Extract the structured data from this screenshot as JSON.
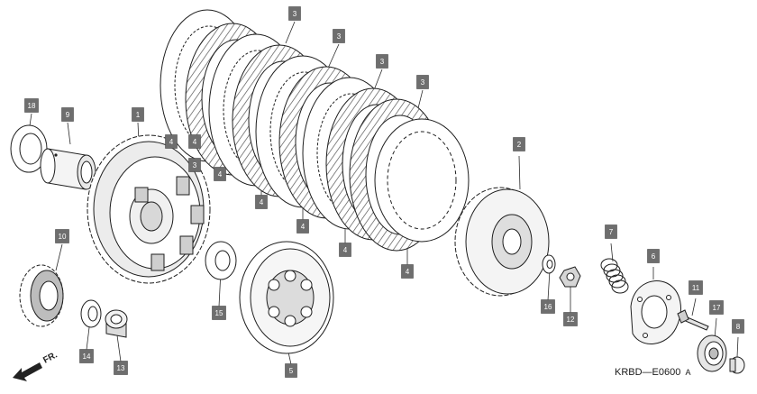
{
  "diagram": {
    "code": "KRBD—E0600",
    "code_suffix": "A",
    "direction_label": "FR."
  },
  "callouts": [
    {
      "id": "c18",
      "label": "18"
    },
    {
      "id": "c9",
      "label": "9"
    },
    {
      "id": "c1",
      "label": "1"
    },
    {
      "id": "c10",
      "label": "10"
    },
    {
      "id": "c14",
      "label": "14"
    },
    {
      "id": "c13",
      "label": "13"
    },
    {
      "id": "c15",
      "label": "15"
    },
    {
      "id": "c3a",
      "label": "3"
    },
    {
      "id": "c3b",
      "label": "3"
    },
    {
      "id": "c3c",
      "label": "3"
    },
    {
      "id": "c3d",
      "label": "3"
    },
    {
      "id": "c3e",
      "label": "3"
    },
    {
      "id": "c4a",
      "label": "4"
    },
    {
      "id": "c4b",
      "label": "4"
    },
    {
      "id": "c4c",
      "label": "4"
    },
    {
      "id": "c4d",
      "label": "4"
    },
    {
      "id": "c4e",
      "label": "4"
    },
    {
      "id": "c4f",
      "label": "4"
    },
    {
      "id": "c4g",
      "label": "4"
    },
    {
      "id": "c5",
      "label": "5"
    },
    {
      "id": "c2",
      "label": "2"
    },
    {
      "id": "c16",
      "label": "16"
    },
    {
      "id": "c12",
      "label": "12"
    },
    {
      "id": "c7",
      "label": "7"
    },
    {
      "id": "c6",
      "label": "6"
    },
    {
      "id": "c11",
      "label": "11"
    },
    {
      "id": "c17",
      "label": "17"
    },
    {
      "id": "c8",
      "label": "8"
    }
  ]
}
